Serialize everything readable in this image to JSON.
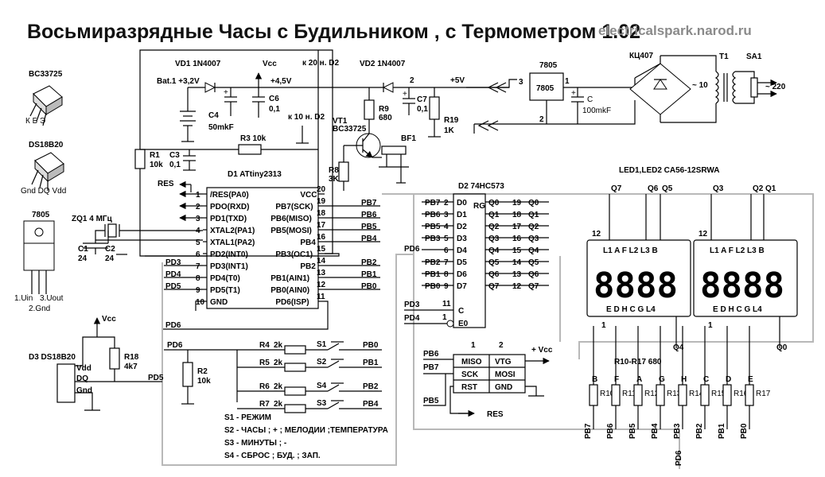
{
  "title": "Восьмиразрядные Часы с Будильником , с Термометром 1.02",
  "site": "electricalspark.narod.ru",
  "packages": {
    "transistor": {
      "name": "BC33725",
      "pins": "К  Б  Э"
    },
    "sensor": {
      "name": "DS18B20",
      "pins": "Gnd DQ Vdd"
    },
    "regulator": {
      "name": "7805",
      "pins": [
        "1.Uin",
        "3.Uout",
        "2.Gnd"
      ]
    }
  },
  "power": {
    "vd1": "VD1  1N4007",
    "vd2": "VD2  1N4007",
    "vcc": "Vcc",
    "bat": "Bat.1 +3,2V",
    "v45": "+4,5V",
    "k20": "к 20 н. D2",
    "k10": "к 10 н. D2",
    "v5": "+5V",
    "c4": "C4",
    "c4v": "50mkF",
    "c6": "C6",
    "c6v": "0,1",
    "c7": "C7",
    "c7v": "0,1",
    "r9": "R9",
    "r9v": "680",
    "r19": "R19",
    "r19v": "1K",
    "vt1": "VT1",
    "vt1t": "BC33725",
    "bf1": "BF1",
    "r8": "R8",
    "r8v": "3K",
    "reg": "7805",
    "reg_pins": [
      "3",
      "1",
      "2"
    ],
    "c": "C",
    "cv": "100mkF",
    "bridge": "КЦ407",
    "t1": "T1",
    "sa1": "SA1",
    "v10": "~ 10",
    "v220": "~ 220",
    "pin1": "1",
    "pin2": "2"
  },
  "mcu": {
    "name": "D1  ATtiny2313",
    "r1": "R1",
    "r1v": "10k",
    "c3": "C3",
    "c3v": "0,1",
    "r3": "R3  10k",
    "res": "RES",
    "zq": "ZQ1 4 МГц",
    "c1": "C1",
    "c1v": "24",
    "c2": "C2",
    "c2v": "24",
    "left": [
      {
        "n": "1",
        "l": "/RES(PA0)"
      },
      {
        "n": "2",
        "l": "PDO(RXD)"
      },
      {
        "n": "3",
        "l": "PD1(TXD)"
      },
      {
        "n": "4",
        "l": "XTAL2(PA1)"
      },
      {
        "n": "5",
        "l": "XTAL1(PA2)"
      },
      {
        "n": "6",
        "l": "PD2(INT0)"
      },
      {
        "n": "7",
        "l": "PD3(INT1)"
      },
      {
        "n": "8",
        "l": "PD4(T0)"
      },
      {
        "n": "9",
        "l": "PD5(T1)"
      },
      {
        "n": "10",
        "l": "GND"
      }
    ],
    "right": [
      {
        "n": "20",
        "l": "VCC"
      },
      {
        "n": "19",
        "l": "PB7(SCK)"
      },
      {
        "n": "18",
        "l": "PB6(MISO)"
      },
      {
        "n": "17",
        "l": "PB5(MOSI)"
      },
      {
        "n": "16",
        "l": "PB4"
      },
      {
        "n": "15",
        "l": "PB3(OC1)"
      },
      {
        "n": "14",
        "l": "PB2"
      },
      {
        "n": "13",
        "l": "PB1(AIN1)"
      },
      {
        "n": "12",
        "l": "PB0(AIN0)"
      },
      {
        "n": "11",
        "l": "PD6(ISP)"
      }
    ],
    "left_nets": [
      "PD3",
      "PD4",
      "PD5"
    ],
    "right_nets": [
      "PB7",
      "PB6",
      "PB5",
      "PB4",
      "PB2",
      "PB1",
      "PB0"
    ],
    "pd6": "PD6"
  },
  "latch": {
    "name": "D2  74HC573",
    "rg": "RG",
    "c": "C",
    "e0": "E0",
    "pd6": "PD6",
    "pd3": "PD3",
    "pd4": "PD4",
    "pins_c": "11",
    "pins_e": "1",
    "inputs": [
      {
        "net": "PB7",
        "pin": "2",
        "l": "D0"
      },
      {
        "net": "PB6",
        "pin": "3",
        "l": "D1"
      },
      {
        "net": "PB5",
        "pin": "4",
        "l": "D2"
      },
      {
        "net": "PB3",
        "pin": "5",
        "l": "D3"
      },
      {
        "net": "",
        "pin": "6",
        "l": "D4"
      },
      {
        "net": "PB2",
        "pin": "7",
        "l": "D5"
      },
      {
        "net": "PB1",
        "pin": "8",
        "l": "D6"
      },
      {
        "net": "PB0",
        "pin": "9",
        "l": "D7"
      }
    ],
    "outputs": [
      {
        "pin": "19",
        "l": "Q0",
        "net": "Q0"
      },
      {
        "pin": "18",
        "l": "Q1",
        "net": "Q1"
      },
      {
        "pin": "17",
        "l": "Q2",
        "net": "Q2"
      },
      {
        "pin": "16",
        "l": "Q3",
        "net": "Q3"
      },
      {
        "pin": "15",
        "l": "Q4",
        "net": "Q4"
      },
      {
        "pin": "14",
        "l": "Q5",
        "net": "Q5"
      },
      {
        "pin": "13",
        "l": "Q6",
        "net": "Q6"
      },
      {
        "pin": "12",
        "l": "Q7",
        "net": "Q7"
      }
    ]
  },
  "display": {
    "title": "LED1,LED2  CA56-12SRWA",
    "top_nets": [
      "Q7",
      "Q6",
      "Q5",
      "Q3",
      "Q2",
      "Q1"
    ],
    "pin12": "12",
    "pin1": "1",
    "top": "L1 A  F  L2  L3  B",
    "digits": "8888",
    "bottom": "E  D  H  C  G  L4",
    "q4": "Q4",
    "q0": "Q0",
    "rnet": "R10-R17  680",
    "segs": [
      "B",
      "F",
      "A",
      "G",
      "H",
      "C",
      "D",
      "E"
    ],
    "resistors": [
      "R10",
      "R11",
      "R12",
      "R13",
      "R14",
      "R15",
      "R16",
      "R17"
    ],
    "nets": [
      "PB7",
      "PB6",
      "PB5",
      "PB4",
      "PB3",
      "PB2",
      "PB1",
      "PB0"
    ],
    "pd6": "PD6"
  },
  "sensor": {
    "name": "D3 DS18B20",
    "vcc": "Vcc",
    "vdd": "Vdd",
    "dq": "DQ",
    "gnd": "Gnd",
    "r18": "R18",
    "r18v": "4k7",
    "pd5": "PD5"
  },
  "buttons": {
    "pd6": "PD6",
    "r2": "R2",
    "r2v": "10k",
    "rows": [
      {
        "r": "R4",
        "rv": "2k",
        "s": "S1",
        "net": "PB0"
      },
      {
        "r": "R5",
        "rv": "2k",
        "s": "S2",
        "net": "PB1"
      },
      {
        "r": "R6",
        "rv": "2k",
        "s": "S4",
        "net": "PB2"
      },
      {
        "r": "R7",
        "rv": "2k",
        "s": "S3",
        "net": "PB4"
      }
    ],
    "legend": [
      "S1 -  РЕЖИМ",
      "S2 -  ЧАСЫ ; + ; МЕЛОДИИ ;ТЕМПЕРАТУРА",
      "S3 -  МИНУТЫ ; -",
      "S4 -  СБРОС ;  БУД. ; ЗАП."
    ]
  },
  "isp": {
    "pins": [
      "1",
      "2"
    ],
    "vcc": "+ Vcc",
    "pb6": "PB6",
    "pb7": "PB7",
    "pb5": "PB5",
    "rows": [
      [
        "MISO",
        "VTG"
      ],
      [
        "SCK",
        "MOSI"
      ],
      [
        "RST",
        "GND"
      ]
    ],
    "res": "RES"
  }
}
